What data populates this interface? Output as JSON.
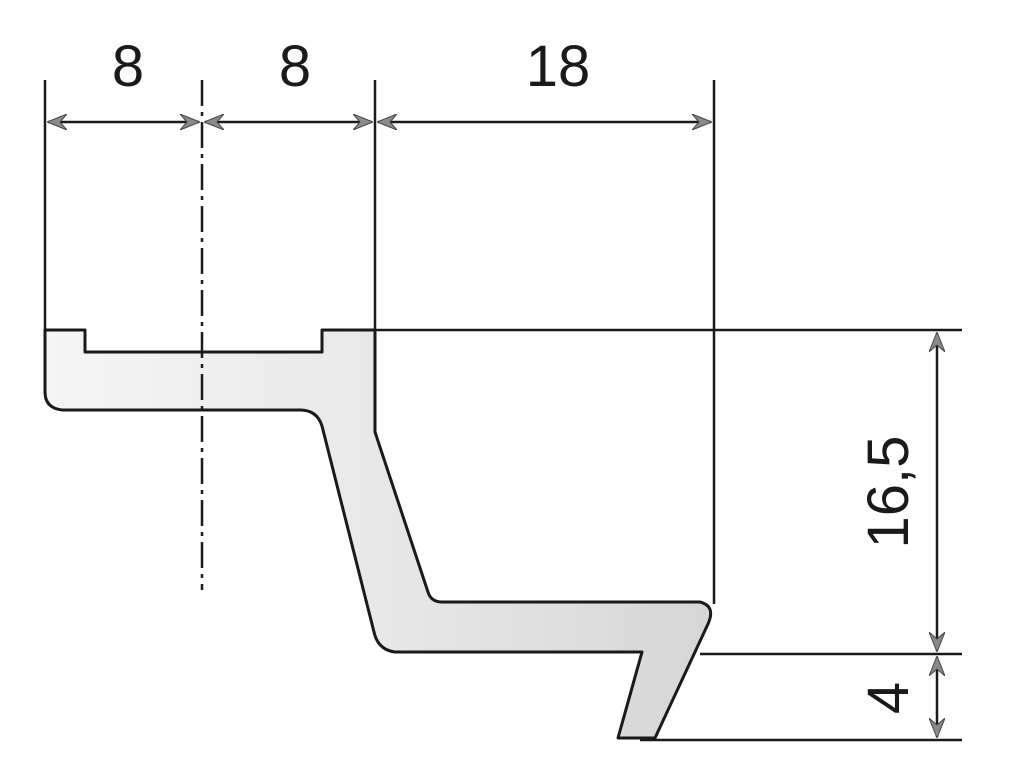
{
  "dimensions": {
    "top_left_width": "8",
    "top_middle_width": "8",
    "top_right_width": "18",
    "right_upper_height": "16,5",
    "right_lower_height": "4"
  },
  "colors": {
    "line": "#1a1a1a",
    "arrow": "#8a8a8a",
    "profile_fill_light": "#f5f5f5",
    "profile_fill_dark": "#d4d4d4",
    "background": "#ffffff"
  }
}
